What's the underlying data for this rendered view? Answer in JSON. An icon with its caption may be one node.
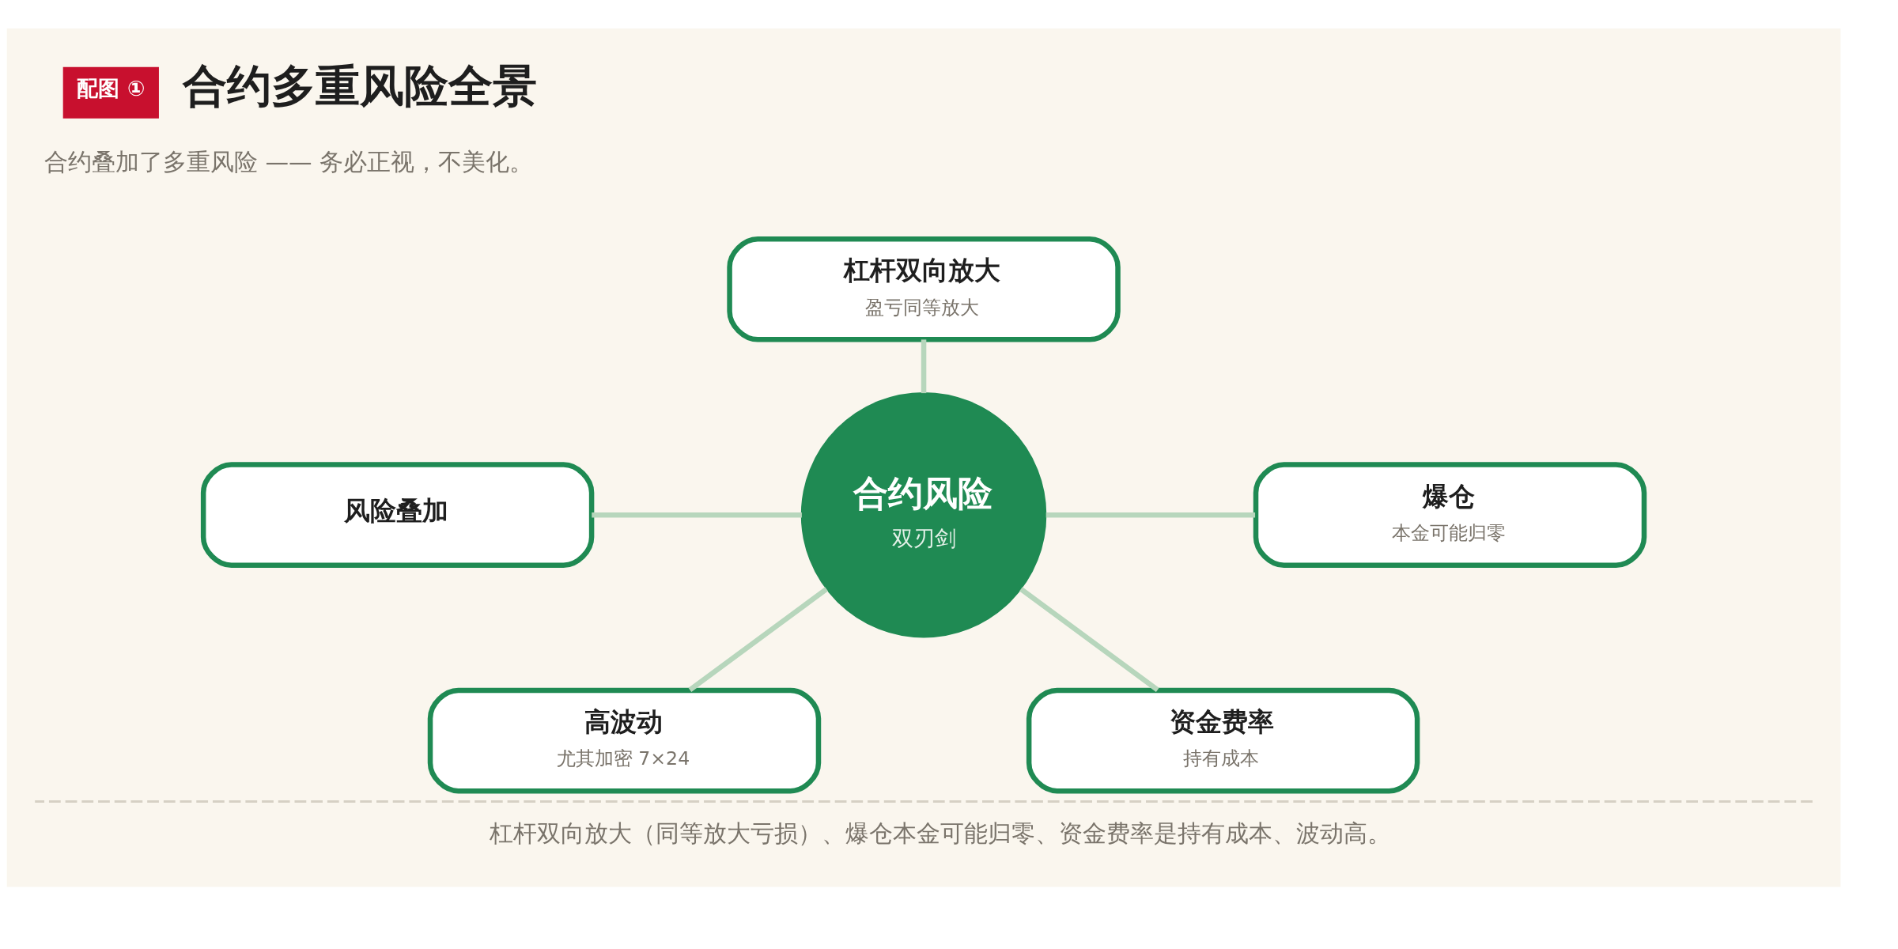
{
  "diagram": {
    "title": "合约多重风险全景",
    "caption": "杠杆双向放大（同等放大亏损）、爆仓本金可能归零、资金费率是持有成本、波动高。",
    "nodes": [
      {
        "text": [
          "杠杆双向放大",
          "盈亏同等放大"
        ]
      },
      {
        "text": [
          "风险叠加"
        ]
      },
      {
        "text": [
          "合约风险",
          "双刃剑"
        ]
      },
      {
        "text": [
          "爆仓",
          "本金可能归零"
        ]
      },
      {
        "text": [
          "高波动",
          "尤其加密 7×24"
        ]
      },
      {
        "text": [
          "资金费率",
          "持有成本"
        ]
      }
    ],
    "edges": [
      {
        "from": 0,
        "to": 2,
        "arrow": "none"
      },
      {
        "from": 1,
        "to": 2,
        "arrow": "none"
      },
      {
        "from": 2,
        "to": 3,
        "arrow": "none"
      },
      {
        "from": 2,
        "to": 4,
        "arrow": "none"
      },
      {
        "from": 2,
        "to": 5,
        "arrow": "none"
      }
    ],
    "labels": [
      "配图 ①",
      "合约叠加了多重风险 —— 务必正视，不美化。"
    ]
  }
}
